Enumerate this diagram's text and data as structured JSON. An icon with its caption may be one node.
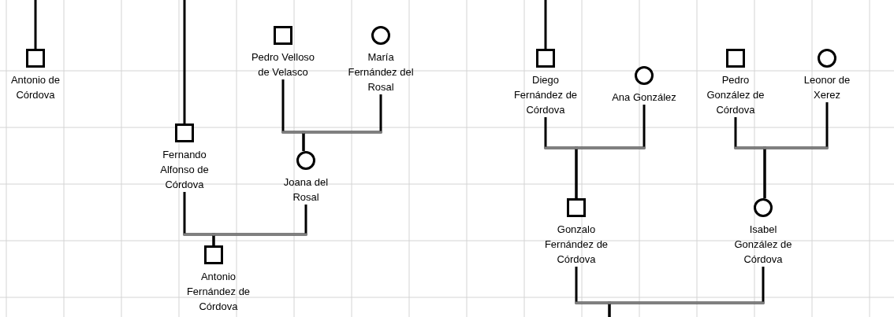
{
  "diagram": {
    "nodes": [
      {
        "text": [],
        "shape": "box",
        "beside": [
          "Antonio de Córdova"
        ]
      },
      {
        "text": [],
        "shape": "box",
        "beside": [
          "Pedro Velloso de Velasco"
        ]
      },
      {
        "text": [],
        "shape": "circle",
        "beside": [
          "María Fernández del Rosal"
        ]
      },
      {
        "text": [],
        "shape": "box",
        "beside": [
          "Diego Fernández de Córdova"
        ]
      },
      {
        "text": [],
        "shape": "circle",
        "beside": [
          "Ana González"
        ]
      },
      {
        "text": [],
        "shape": "box",
        "beside": [
          "Pedro González de Córdova"
        ]
      },
      {
        "text": [],
        "shape": "circle",
        "beside": [
          "Leonor de Xerez"
        ]
      },
      {
        "text": [],
        "shape": "box",
        "beside": [
          "Fernando Alfonso de Córdova"
        ]
      },
      {
        "text": [],
        "shape": "circle",
        "beside": [
          "Joana del Rosal"
        ]
      },
      {
        "text": [],
        "shape": "box",
        "beside": [
          "Gonzalo Fernández de Córdova"
        ]
      },
      {
        "text": [],
        "shape": "circle",
        "beside": [
          "Isabel González de Córdova"
        ]
      },
      {
        "text": [],
        "shape": "box",
        "beside": [
          "Antonio Fernández de Córdova"
        ]
      }
    ],
    "edges": [
      {
        "from": null,
        "to": 0,
        "arrow": "none"
      },
      {
        "from": null,
        "to": 7,
        "arrow": "none"
      },
      {
        "from": null,
        "to": 3,
        "arrow": "none"
      },
      {
        "from": 1,
        "to": 8,
        "arrow": "none"
      },
      {
        "from": 2,
        "to": 8,
        "arrow": "none"
      },
      {
        "from": 7,
        "to": 11,
        "arrow": "none"
      },
      {
        "from": 8,
        "to": 11,
        "arrow": "none"
      },
      {
        "from": 3,
        "to": 9,
        "arrow": "none"
      },
      {
        "from": 4,
        "to": 9,
        "arrow": "none"
      },
      {
        "from": 5,
        "to": 10,
        "arrow": "none"
      },
      {
        "from": 6,
        "to": 10,
        "arrow": "none"
      },
      {
        "from": 9,
        "to": null,
        "arrow": "none"
      },
      {
        "from": 10,
        "to": null,
        "arrow": "none"
      }
    ]
  }
}
